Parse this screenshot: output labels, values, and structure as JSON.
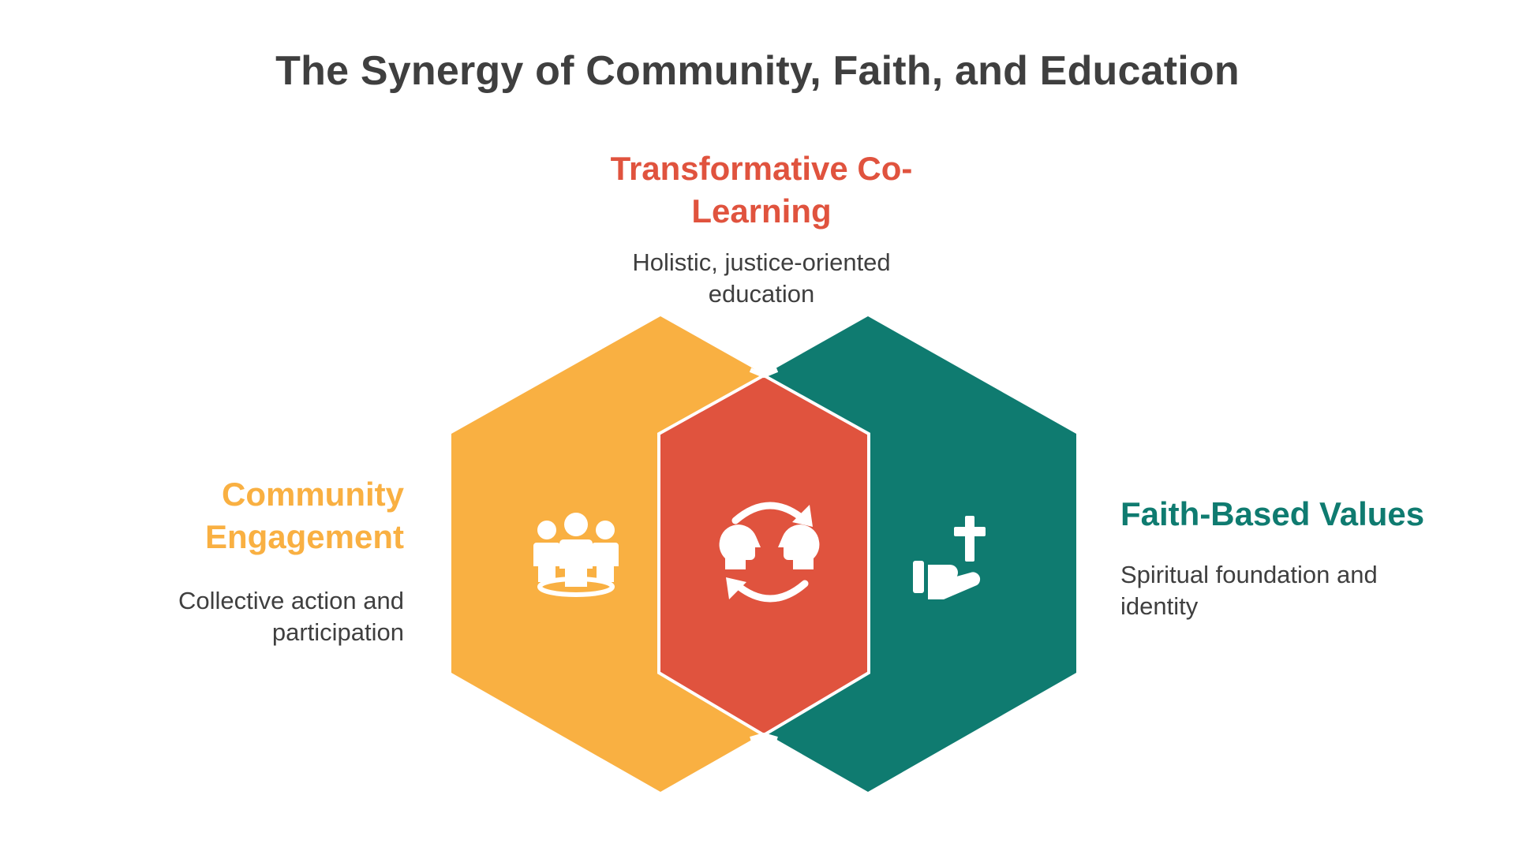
{
  "title": "The Synergy of Community, Faith, and Education",
  "center": {
    "heading": [
      "Transformative Co-",
      "Learning"
    ],
    "description": [
      "Holistic, justice-oriented",
      "education"
    ],
    "icon": "exchange-heads-icon",
    "color": "#e0533e"
  },
  "left": {
    "heading": [
      "Community",
      "Engagement"
    ],
    "description": [
      "Collective action and",
      "participation"
    ],
    "icon": "group-people-icon",
    "color": "#f9b042"
  },
  "right": {
    "heading": [
      "Faith-Based Values"
    ],
    "description": [
      "Spiritual foundation and",
      "identity"
    ],
    "icon": "hand-cross-icon",
    "color": "#0f7b70"
  }
}
